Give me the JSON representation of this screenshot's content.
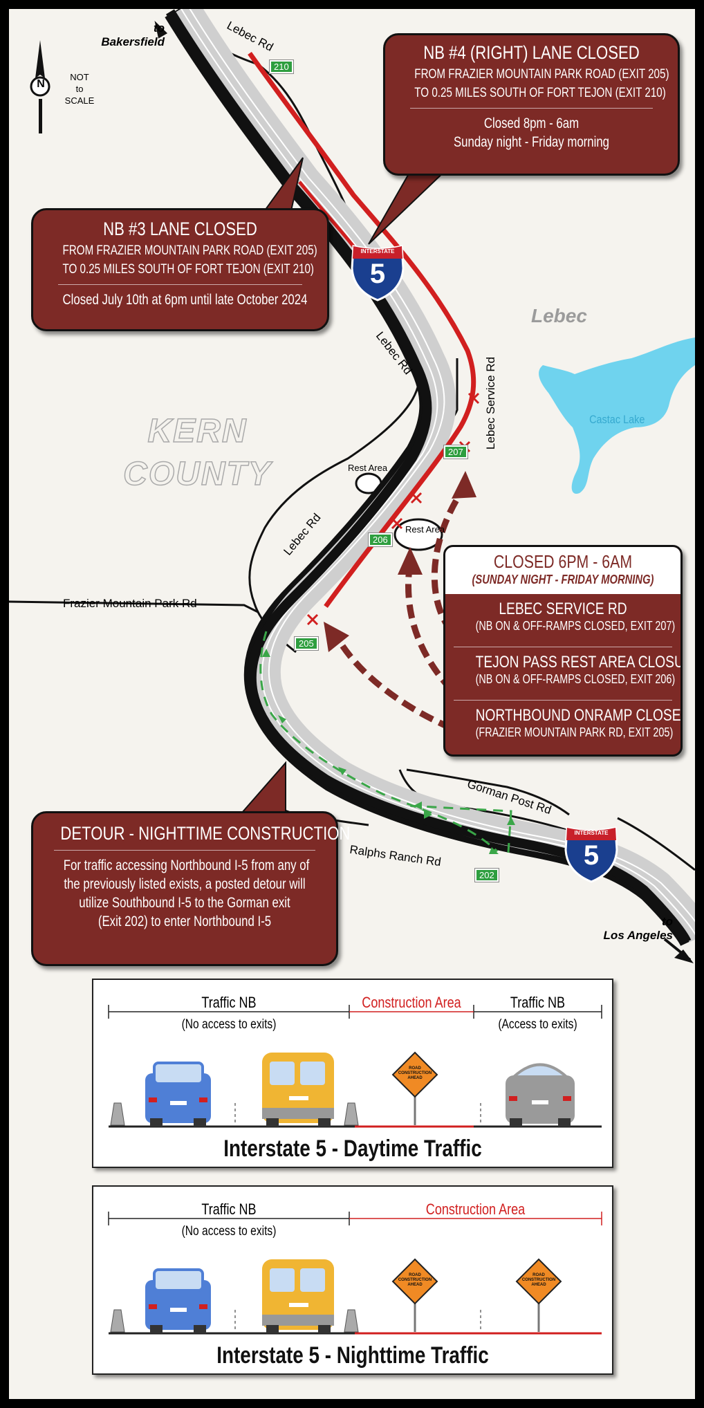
{
  "map": {
    "north_label": "N",
    "scale_note": [
      "NOT",
      "to",
      "SCALE"
    ],
    "to_bakersfield": [
      "to",
      "Bakersfield"
    ],
    "to_los_angeles": [
      "to",
      "Los Angeles"
    ],
    "place_lebec": "Lebec",
    "county_label": [
      "KERN",
      "COUNTY"
    ],
    "lake_label": "Castac Lake",
    "roads": {
      "lebec_rd": "Lebec Rd",
      "lebec_service_rd": "Lebec Service Rd",
      "frazier": "Frazier Mountain Park Rd",
      "gorman_post": "Gorman Post Rd",
      "ralphs_ranch": "Ralphs Ranch Rd"
    },
    "rest_area": "Rest Area",
    "shield_word": "INTERSTATE",
    "shield_num": "5",
    "exits": [
      "210",
      "207",
      "206",
      "205",
      "202"
    ],
    "colors": {
      "closure_red": "#d11f1f",
      "box_fill": "#7d2a26",
      "detour_green": "#3aa648",
      "lake_blue": "#6fd3ee",
      "exit_green": "#2e9e3f"
    }
  },
  "callouts": {
    "nb4": {
      "title": "NB #4 (RIGHT) LANE CLOSED",
      "line1": "FROM FRAZIER MOUNTAIN PARK ROAD (EXIT 205)",
      "line2": "TO 0.25 MILES SOUTH OF FORT TEJON (EXIT 210)",
      "line3": "Closed 8pm - 6am",
      "line4": "Sunday night - Friday morning"
    },
    "nb3": {
      "title": "NB #3 LANE CLOSED",
      "line1": "FROM FRAZIER MOUNTAIN PARK ROAD (EXIT 205)",
      "line2": "TO 0.25 MILES SOUTH OF FORT TEJON (EXIT 210)",
      "line3": "Closed July 10th at 6pm until late October 2024"
    },
    "ramps": {
      "header": "CLOSED 6PM - 6AM",
      "subheader": "(SUNDAY NIGHT - FRIDAY MORNING)",
      "items": [
        {
          "title": "LEBEC SERVICE RD",
          "detail": "(NB ON & OFF-RAMPS CLOSED, EXIT 207)"
        },
        {
          "title": "TEJON PASS REST AREA CLOSURE",
          "detail": "(NB ON & OFF-RAMPS CLOSED, EXIT 206)"
        },
        {
          "title": "NORTHBOUND ONRAMP CLOSED",
          "detail": "(FRAZIER MOUNTAIN PARK RD, EXIT 205)"
        }
      ]
    },
    "detour": {
      "title": "DETOUR - NIGHTTIME CONSTRUCTION",
      "body": [
        "For traffic accessing Northbound I-5 from any of",
        "the previously listed exists, a posted detour will",
        "utilize Southbound I-5 to the Gorman exit",
        "(Exit 202) to enter Northbound I-5"
      ]
    }
  },
  "diagrams": {
    "day": {
      "title": "Interstate 5 - Daytime Traffic",
      "seg1": "Traffic NB",
      "seg1_sub": "(No access to exits)",
      "seg2": "Construction Area",
      "seg3": "Traffic NB",
      "seg3_sub": "(Access to exits)"
    },
    "night": {
      "title": "Interstate 5 - Nighttime Traffic",
      "seg1": "Traffic NB",
      "seg1_sub": "(No access to exits)",
      "seg2": "Construction Area"
    },
    "sign_text": [
      "ROAD",
      "CONSTRUCTION",
      "AHEAD"
    ]
  }
}
